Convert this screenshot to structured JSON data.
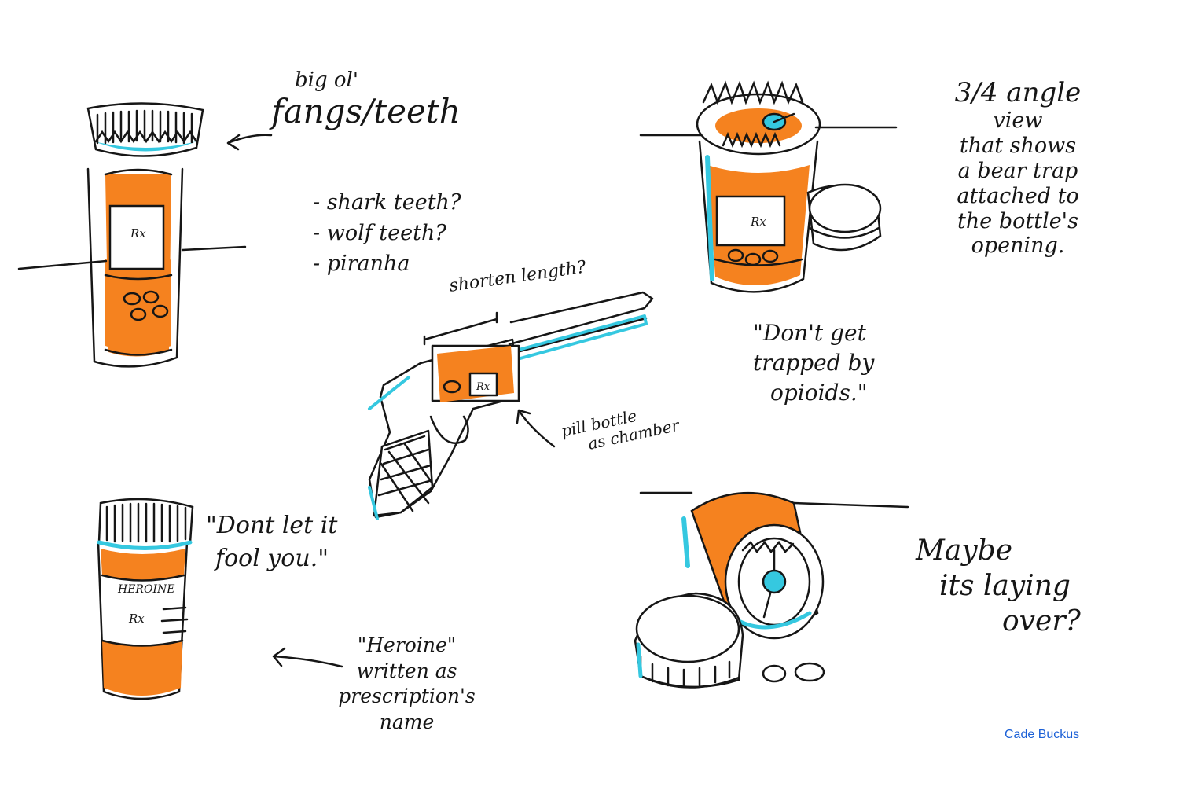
{
  "annotations": {
    "teeth_heading": [
      "big ol'",
      "fangs/teeth"
    ],
    "teeth_options": [
      "- shark teeth?",
      "- wolf teeth?",
      "- piranha"
    ],
    "shorten_length": "shorten length?",
    "gun_chamber": [
      "pill bottle",
      "as chamber"
    ],
    "bear_trap_note": [
      "3/4 angle",
      "view",
      "that shows",
      "a bear trap",
      "attached to",
      "the bottle's",
      "opening."
    ],
    "trapped_quote": [
      "\"Don't get",
      "trapped by",
      "opioids.\""
    ],
    "fool_quote": [
      "\"Dont let it",
      "fool you.\""
    ],
    "heroine_note": [
      "\"Heroine\"",
      "written as",
      "prescription's",
      "name"
    ],
    "laying_over": [
      "Maybe",
      "its laying",
      "over?"
    ]
  },
  "bottle_labels": {
    "rx_1": "Rx",
    "rx_2": "Rx",
    "rx_3": "Rx",
    "rx_gun": "Rx",
    "heroine": "HEROINE"
  },
  "credit": "Cade Buckus",
  "colors": {
    "orange": "#f5821f",
    "cyan": "#35c8e0",
    "ink": "#161616",
    "credit_blue": "#1a5fd6"
  }
}
